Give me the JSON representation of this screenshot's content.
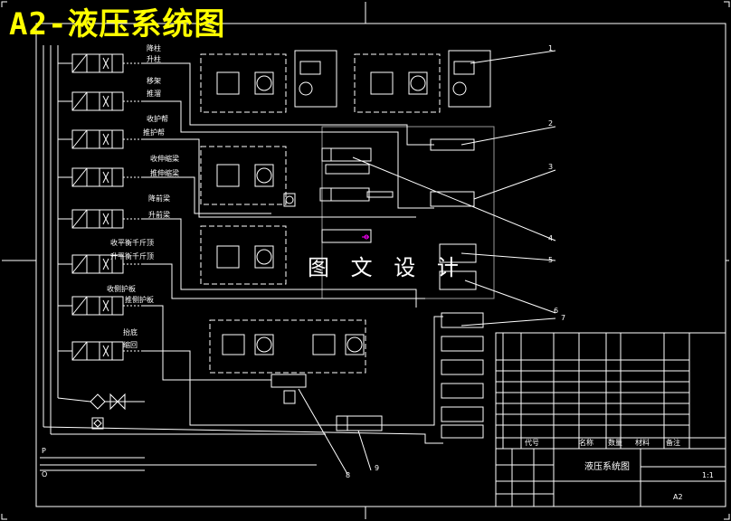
{
  "title": "A2-液压系统图",
  "watermark": "图 文 设 计",
  "valve_labels": [
    "降柱",
    "升柱",
    "移架",
    "推溜",
    "收护帮",
    "推护帮",
    "收伸缩梁",
    "推伸缩梁",
    "降前梁",
    "升前梁",
    "收平衡千斤顶",
    "升平衡千斤顶",
    "收侧护板",
    "推侧护板",
    "抬底",
    "缩回"
  ],
  "line_labels": {
    "pressure": "P",
    "return": "O"
  },
  "callouts": [
    "1",
    "2",
    "3",
    "4",
    "5",
    "6",
    "7",
    "8",
    "9"
  ],
  "title_block": {
    "drawing_name": "液压系统图",
    "sheet_size": "A2",
    "scale": "1:1",
    "header": [
      "代号",
      "名称",
      "数量",
      "材料",
      "备注"
    ]
  },
  "colors": {
    "line": "#ffffff",
    "title": "#ffff00",
    "accent": "#ff00ff",
    "background": "#000000"
  }
}
